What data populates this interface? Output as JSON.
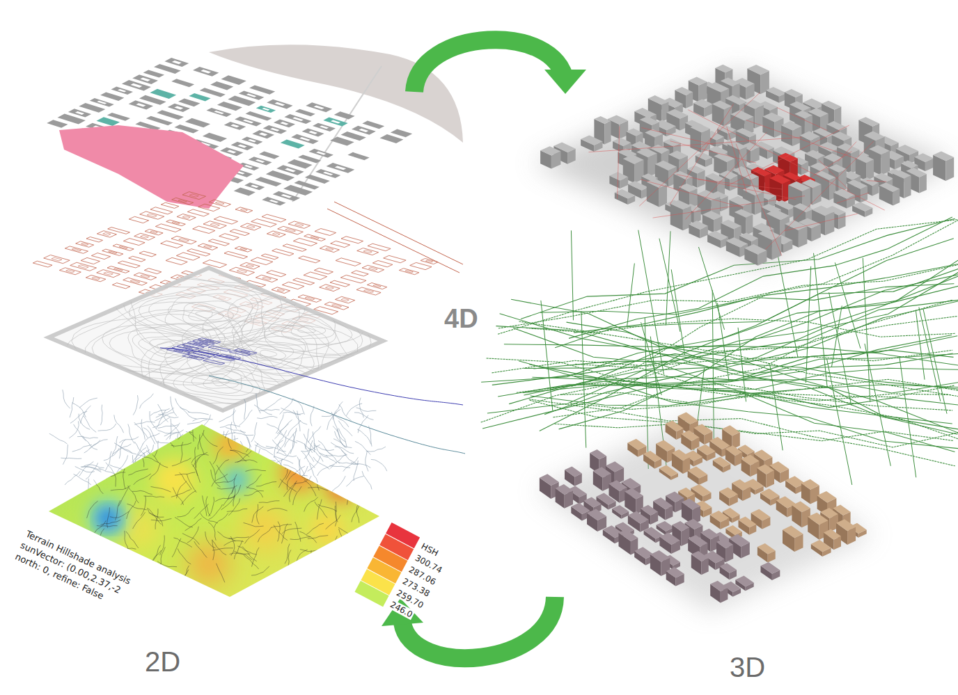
{
  "diagram": {
    "labels": [
      "4D",
      "2D",
      "3D",
      "HSH",
      "Terrain Hillshade analysis",
      "sunVector: (0.00,2.37,-2",
      "north: 0, refine: False"
    ],
    "legend": [
      {
        "text": "300.74",
        "color": "#f0523a"
      },
      {
        "text": "287.06",
        "color": "#f5882c"
      },
      {
        "text": "273.38",
        "color": "#f9b634"
      },
      {
        "text": "259.70",
        "color": "#fbe24a"
      },
      {
        "text": "246.0",
        "color": "#c4ec5c"
      }
    ]
  }
}
